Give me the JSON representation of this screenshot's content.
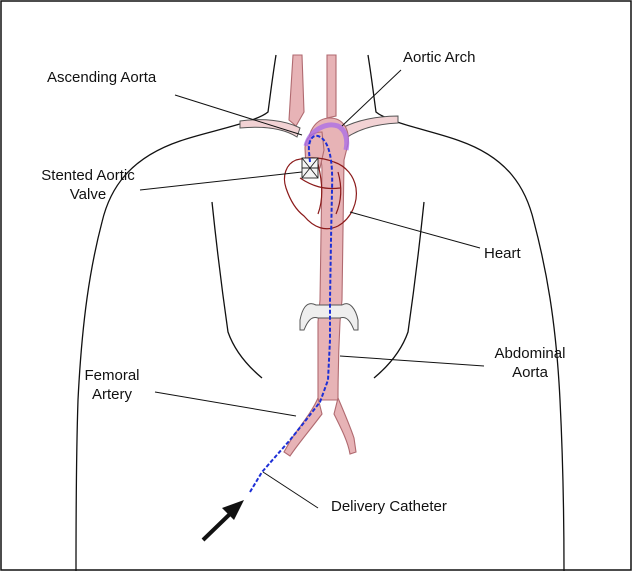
{
  "labels": {
    "aortic_arch": "Aortic Arch",
    "ascending_aorta": "Ascending Aorta",
    "stented_aortic_valve": [
      "Stented Aortic",
      "Valve"
    ],
    "heart": "Heart",
    "abdominal_aorta": [
      "Abdominal",
      "Aorta"
    ],
    "femoral_artery": [
      "Femoral",
      "Artery"
    ],
    "delivery_catheter": "Delivery Catheter"
  },
  "colors": {
    "outline": "#111111",
    "artery_fill": "#e7b3b6",
    "artery_stroke": "#b06a70",
    "aortic_arch_highlight": "#a86be8",
    "heart_outline": "#8b1a1a",
    "catheter": "#1d2fd6",
    "arrow": "#111111"
  }
}
